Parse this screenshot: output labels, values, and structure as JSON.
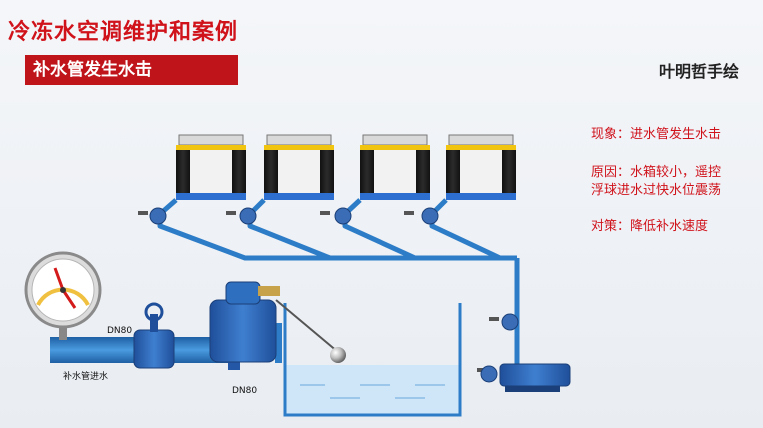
{
  "header": {
    "title": "冷冻水空调维护和案例",
    "subtitle": "补水管发生水击",
    "author": "叶明哲手绘"
  },
  "notes": {
    "phenomenon": "现象：进水管发生水击",
    "cause_line1": "原因：水箱较小，遥控",
    "cause_line2": "浮球进水过快水位震荡",
    "countermeasure": "对策：降低补水速度"
  },
  "labels": {
    "dn80_inlet": "DN80",
    "dn80_valve": "DN80",
    "inlet_pipe": "补水管进水"
  },
  "colors": {
    "accent_red": "#c0141b",
    "pipe_blue": "#2d7cc7",
    "water_blue": "#cfe6f8"
  }
}
